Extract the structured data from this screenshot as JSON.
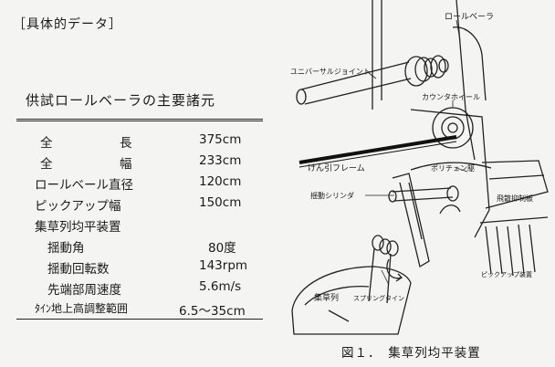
{
  "section_header": "［具体的データ］",
  "table": {
    "title": "供試ロールベーラの主要諸元",
    "rows": [
      {
        "label_a": "全",
        "label_b": "長",
        "value": "375cm"
      },
      {
        "label_a": "全",
        "label_b": "幅",
        "value": "233cm"
      },
      {
        "label": "ロールベール直径",
        "value": "120cm"
      },
      {
        "label": "ピックアップ幅",
        "value": "150cm"
      },
      {
        "label": "集草列均平装置",
        "value": ""
      },
      {
        "label": "揺動角",
        "value": "80度"
      },
      {
        "label": "揺動回転数",
        "value": "143rpm"
      },
      {
        "label": "先端部周速度",
        "value": "5.6m/s"
      },
      {
        "label": "ﾀｲﾝ地上高調整範囲",
        "value": "6.5～35cm"
      }
    ]
  },
  "figure": {
    "labels": {
      "roll_baler": "ロールベーラ",
      "universal_joint": "ユニバーサルジョイント",
      "counter_wheel": "カウンタホイール",
      "hitch_frame": "けん引フレーム",
      "poly_chain": "ポリチェン駆",
      "oscillating_cylinder": "揺動シリンダ",
      "scatter_plate": "飛散抑制板",
      "pickup": "ピックアップ装置",
      "swath": "集草列",
      "spring_tine": "スプリングタイン"
    },
    "caption": "図１．　集草列均平装置"
  }
}
